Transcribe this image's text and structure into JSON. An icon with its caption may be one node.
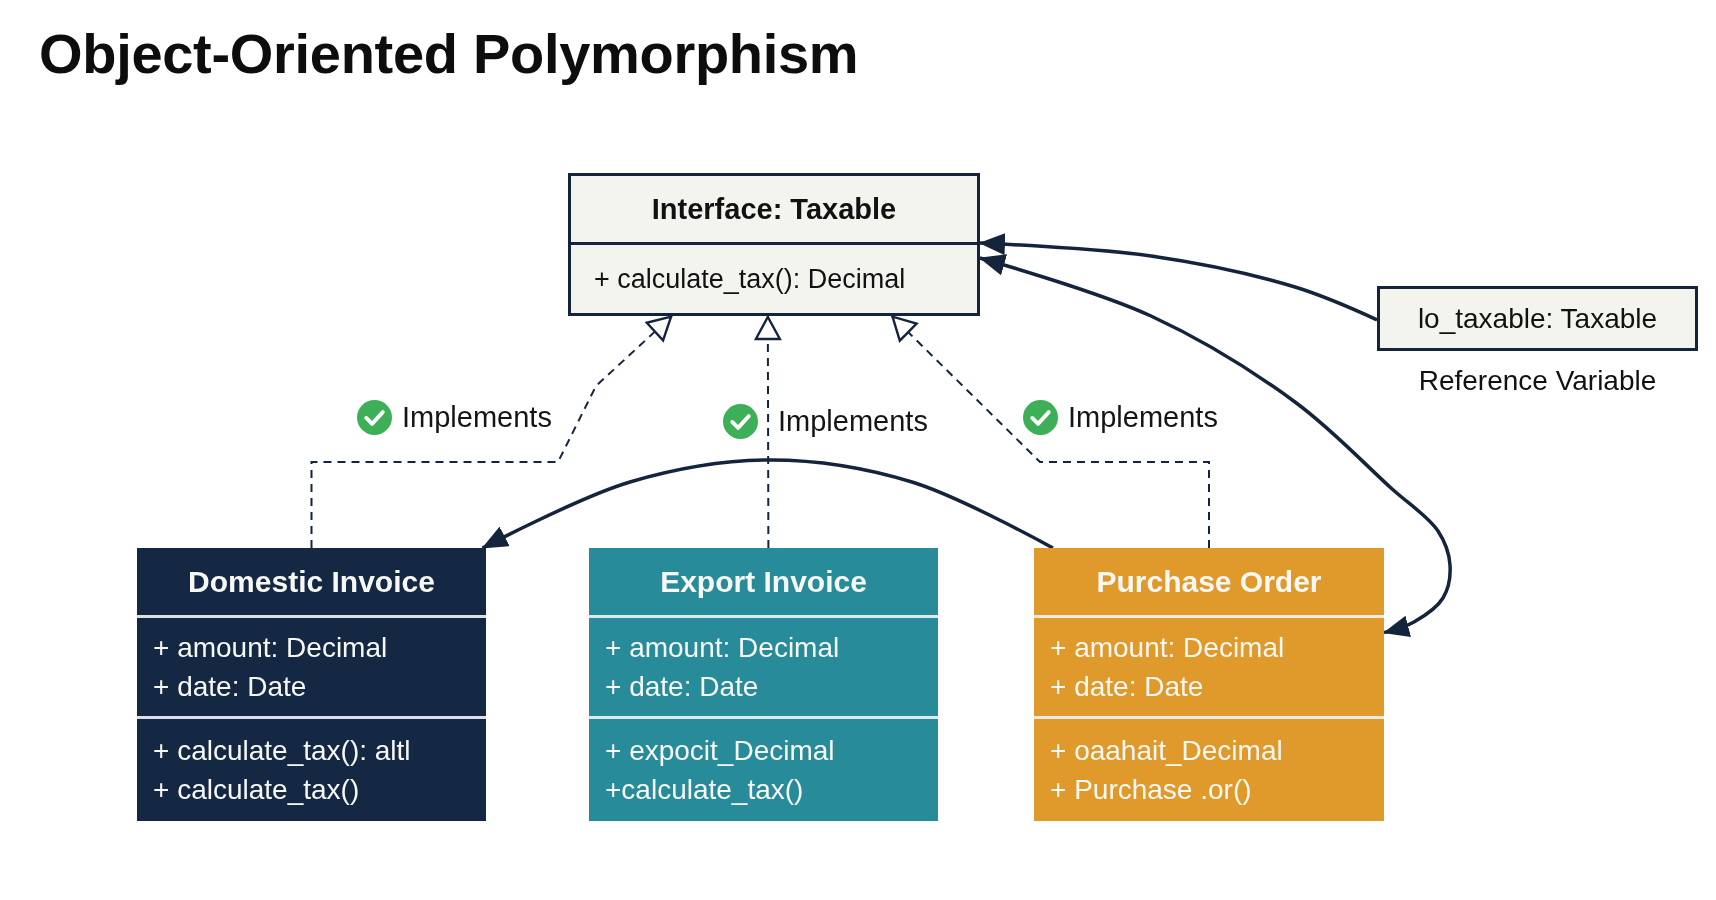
{
  "diagram": {
    "title": "Object-Oriented Polymorphism",
    "nodes": [
      {
        "text": [
          "Interface: Taxable",
          "+ calculate_tax(): Decimal"
        ]
      },
      {
        "text": [
          "lo_taxable: Taxable"
        ],
        "beside": [
          "Reference Variable"
        ]
      },
      {
        "text": [
          "Domestic Invoice",
          "+ amount: Decimal",
          "+ date: Date",
          "+ calculate_tax(): altl",
          "+ calculate_tax()"
        ]
      },
      {
        "text": [
          "Export Invoice",
          "+ amount: Decimal",
          "+ date: Date",
          "+ expocit_Decimal",
          "+calculate_tax()"
        ]
      },
      {
        "text": [
          "Purchase Order",
          "+ amount: Decimal",
          "+ date: Date",
          "+ oaahait_Decimal",
          "+ Purchase .or()"
        ]
      }
    ],
    "edges": [
      {
        "from": 2,
        "to": 0,
        "arrow": "to",
        "label": "Implements",
        "style": "dashed"
      },
      {
        "from": 3,
        "to": 0,
        "arrow": "to",
        "label": "Implements",
        "style": "dashed"
      },
      {
        "from": 4,
        "to": 0,
        "arrow": "to",
        "label": "Implements",
        "style": "dashed"
      },
      {
        "from": 1,
        "to": 0,
        "arrow": "to"
      },
      {
        "from": 0,
        "to": 4,
        "arrow": "both"
      },
      {
        "from": 4,
        "to": 2,
        "arrow": "to"
      }
    ]
  }
}
